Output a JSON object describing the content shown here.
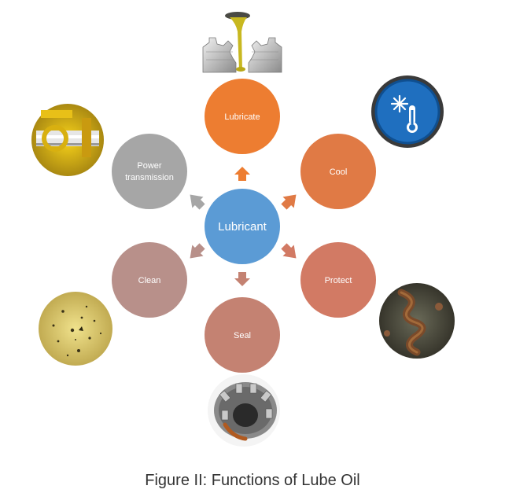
{
  "diagram": {
    "center": {
      "label": "Lubricant",
      "color": "#5b9bd5"
    },
    "nodes": [
      {
        "id": "lubricate",
        "label": "Lubricate",
        "color": "#ed7d31",
        "icon": "gears-oil-pour-icon"
      },
      {
        "id": "cool",
        "label": "Cool",
        "color": "#e07a45",
        "icon": "thermometer-snowflake-icon"
      },
      {
        "id": "protect",
        "label": "Protect",
        "color": "#d27a64",
        "icon": "rusty-gear-icon"
      },
      {
        "id": "seal",
        "label": "Seal",
        "color": "#c48272",
        "icon": "bearing-icon"
      },
      {
        "id": "clean",
        "label": "Clean",
        "color": "#b8908a",
        "icon": "contaminated-oil-icon"
      },
      {
        "id": "power",
        "label": "Power transmission",
        "label_lines": [
          "Power",
          "transmission"
        ],
        "color": "#a6a6a6",
        "icon": "hydraulic-cylinder-icon"
      }
    ],
    "colors": {
      "arrow": "#ed7d31",
      "arrow_gray": "#a6a6a6"
    }
  },
  "caption": "Figure II: Functions of Lube Oil"
}
